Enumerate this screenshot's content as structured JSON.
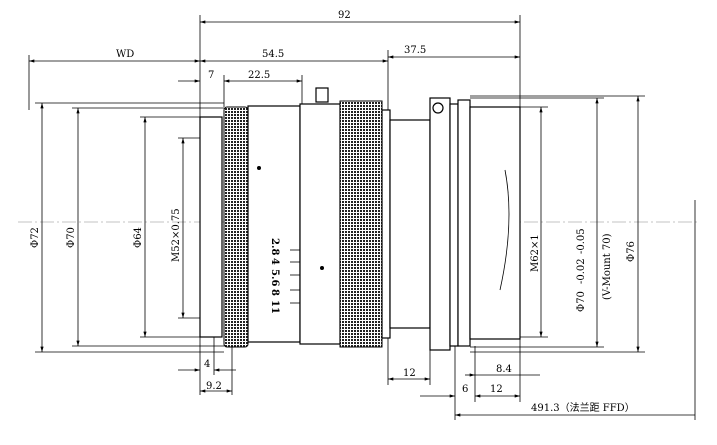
{
  "drawing": {
    "dims_horizontal": {
      "overall_length": "92",
      "working_distance": "WD",
      "front_to_flange": "54.5",
      "rear_length": "37.5",
      "front_ring": "7",
      "focus_ring": "22.5",
      "front_step": "4",
      "front_depth": "9.2",
      "mount_length": "12",
      "rear_thread": "8.4",
      "flange_width": "6",
      "rear_barrel": "12",
      "ffd": "491.3（法兰距 FFD）"
    },
    "dims_diameter": {
      "outer_front": "Φ72",
      "front_barrel": "Φ70",
      "front_inner": "Φ64",
      "filter_thread": "M52×0.75",
      "rear_thread": "M62×1",
      "mount": "Φ70",
      "mount_tol_upper": "-0.02",
      "mount_tol_lower": "-0.05",
      "mount_type": "(V-Mount 70)",
      "flange": "Φ76"
    },
    "aperture_scale": [
      "2.8",
      "4",
      "5.6",
      "8",
      "11"
    ]
  }
}
